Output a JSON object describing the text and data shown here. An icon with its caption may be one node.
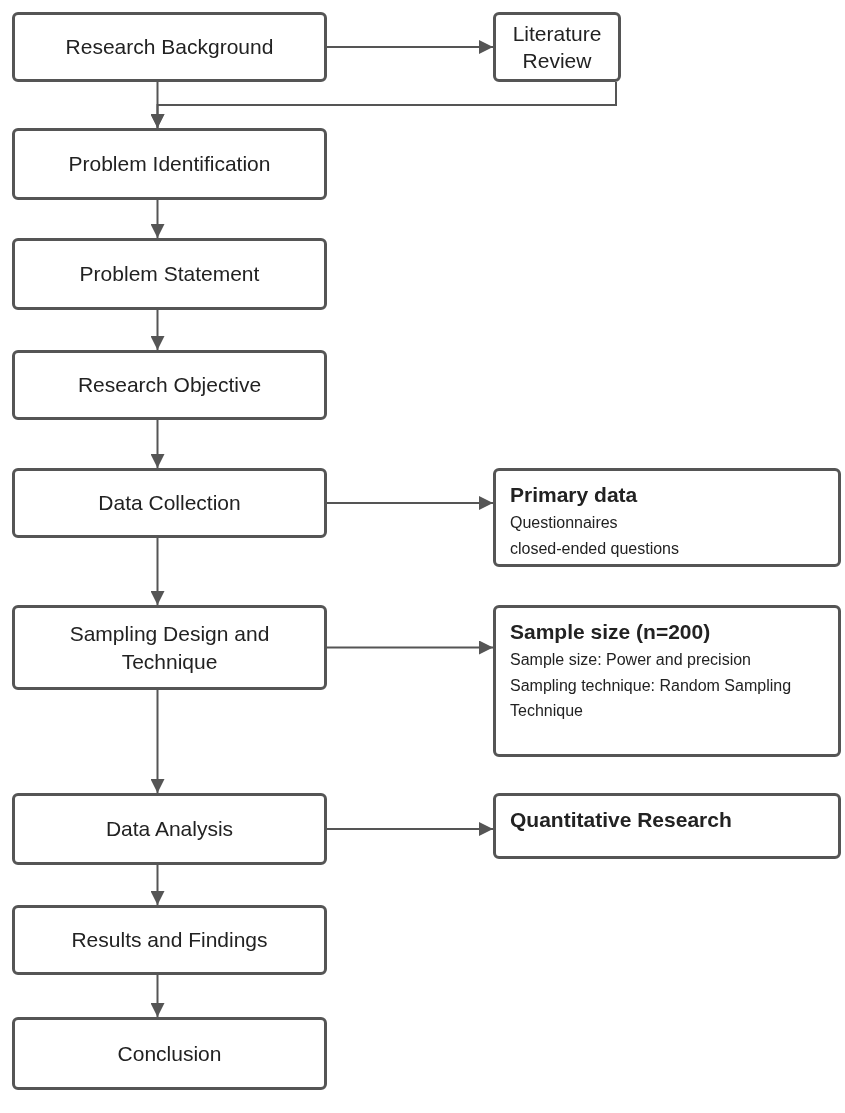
{
  "diagram": {
    "nodes": [
      {
        "text": [
          "Research Background"
        ]
      },
      {
        "text": [
          "Literature Review"
        ]
      },
      {
        "text": [
          "Problem Identification"
        ]
      },
      {
        "text": [
          "Problem Statement"
        ]
      },
      {
        "text": [
          "Research Objective"
        ]
      },
      {
        "text": [
          "Data Collection"
        ]
      },
      {
        "text": [
          "Primary data",
          "Questionnaires",
          "closed-ended questions"
        ]
      },
      {
        "text": [
          "Sampling Design and Technique"
        ]
      },
      {
        "text": [
          "Sample size (n=200)",
          "Sample size: Power and precision",
          "Sampling technique: Random Sampling Technique"
        ]
      },
      {
        "text": [
          "Data Analysis"
        ]
      },
      {
        "text": [
          "Quantitative Research"
        ]
      },
      {
        "text": [
          "Results and Findings"
        ]
      },
      {
        "text": [
          "Conclusion"
        ]
      }
    ],
    "edges": [
      {
        "from": 0,
        "to": 1,
        "arrow": "to"
      },
      {
        "from": 0,
        "to": 2,
        "arrow": "to"
      },
      {
        "from": 1,
        "to": 2,
        "arrow": "to"
      },
      {
        "from": 2,
        "to": 3,
        "arrow": "to"
      },
      {
        "from": 3,
        "to": 4,
        "arrow": "to"
      },
      {
        "from": 4,
        "to": 5,
        "arrow": "to"
      },
      {
        "from": 5,
        "to": 6,
        "arrow": "to"
      },
      {
        "from": 5,
        "to": 7,
        "arrow": "to"
      },
      {
        "from": 7,
        "to": 8,
        "arrow": "to"
      },
      {
        "from": 7,
        "to": 9,
        "arrow": "to"
      },
      {
        "from": 9,
        "to": 10,
        "arrow": "to"
      },
      {
        "from": 9,
        "to": 11,
        "arrow": "to"
      },
      {
        "from": 11,
        "to": 12,
        "arrow": "to"
      }
    ]
  }
}
